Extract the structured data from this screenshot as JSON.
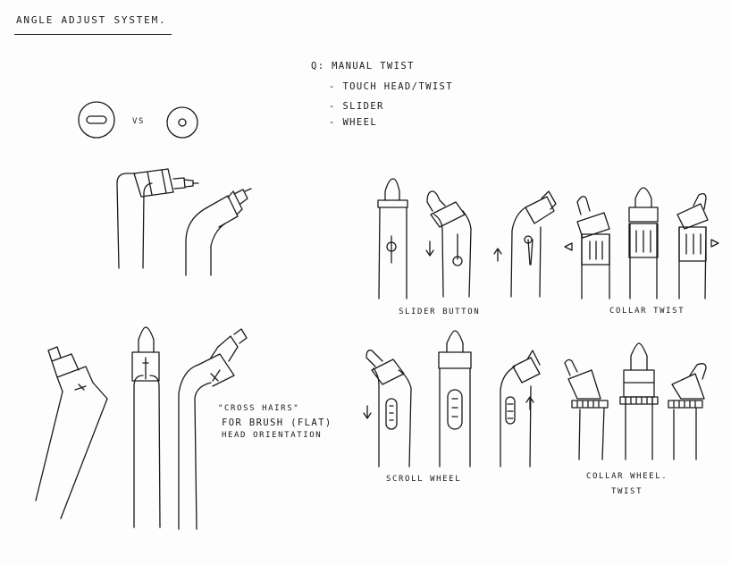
{
  "title": "Angle Adjust System.",
  "question": {
    "heading": "Q: Manual twist",
    "options": [
      "- Touch head/twist",
      "- Slider",
      "- Wheel"
    ]
  },
  "comparison": {
    "separator": "vs"
  },
  "labels": {
    "slider_button": "Slider button",
    "collar_twist": "Collar twist",
    "scroll_wheel": "Scroll wheel",
    "collar_wheel_line1": "Collar wheel.",
    "collar_wheel_line2": "Twist"
  },
  "note": {
    "line1": "\"Cross hairs\"",
    "line2": "for brush (flat)",
    "line3": "head orientation"
  },
  "colors": {
    "ink": "#1a1a1a",
    "paper": "#fdfdfd"
  }
}
